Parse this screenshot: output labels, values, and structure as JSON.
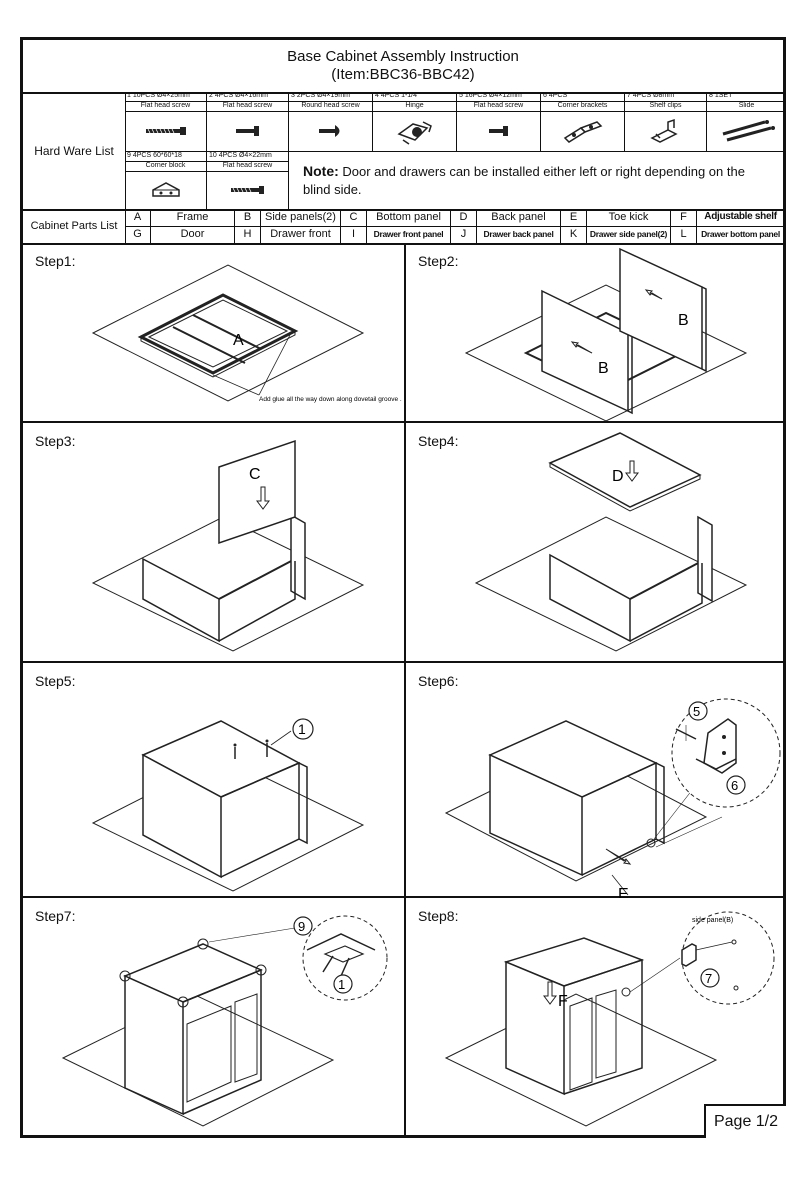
{
  "title": {
    "line1": "Base Cabinet Assembly Instruction",
    "line2": "(Item:BBC36-BBC42)"
  },
  "hardware": {
    "label": "Hard Ware List",
    "items": [
      {
        "head": "1 10PCS  Ø4×25mm",
        "name": "Flat head screw",
        "icon": "long-screw-icon"
      },
      {
        "head": "2  4PCS   Ø4×16mm",
        "name": "Flat head screw",
        "icon": "short-screw-icon"
      },
      {
        "head": "3  2PCS   Ø4×19mm",
        "name": "Round head screw",
        "icon": "round-screw-icon"
      },
      {
        "head": "4  4PCS    1-1/4\"",
        "name": "Hinge",
        "icon": "hinge-icon"
      },
      {
        "head": "5 16PCS  Ø4×12mm",
        "name": "Flat head screw",
        "icon": "small-screw-icon"
      },
      {
        "head": "6  4PCS",
        "name": "Corner brackets",
        "icon": "corner-bracket-icon"
      },
      {
        "head": "7  4PCS     Ø8mm",
        "name": "Shelf clips",
        "icon": "shelf-clip-icon"
      },
      {
        "head": "8  1SET",
        "name": "Slide",
        "icon": "slide-icon"
      },
      {
        "head": "9  4PCS   60*60*18",
        "name": "Corner block",
        "icon": "corner-block-icon"
      },
      {
        "head": "10 4PCS  Ø4×22mm",
        "name": "Flat head screw",
        "icon": "medium-screw-icon"
      }
    ]
  },
  "note": {
    "bold": "Note:",
    "text": " Door and drawers can be installed either left or right depending on the blind side."
  },
  "parts": {
    "label": "Cabinet Parts List",
    "row1": [
      {
        "letter": "A",
        "name": "Frame"
      },
      {
        "letter": "B",
        "name": "Side panels(2)"
      },
      {
        "letter": "C",
        "name": "Bottom panel"
      },
      {
        "letter": "D",
        "name": "Back panel"
      },
      {
        "letter": "E",
        "name": "Toe kick"
      },
      {
        "letter": "F",
        "name": "Adjustable shelf"
      }
    ],
    "row2": [
      {
        "letter": "G",
        "name": "Door"
      },
      {
        "letter": "H",
        "name": "Drawer front"
      },
      {
        "letter": "I",
        "name": "Drawer front panel"
      },
      {
        "letter": "J",
        "name": "Drawer back panel"
      },
      {
        "letter": "K",
        "name": "Drawer side panel(2)"
      },
      {
        "letter": "L",
        "name": "Drawer bottom panel"
      }
    ]
  },
  "steps": [
    {
      "label": "Step1:",
      "callouts": [
        "A"
      ],
      "caption": "Add glue all the way down along dovetail groove ."
    },
    {
      "label": "Step2:",
      "callouts": [
        "B",
        "B"
      ]
    },
    {
      "label": "Step3:",
      "callouts": [
        "C"
      ]
    },
    {
      "label": "Step4:",
      "callouts": [
        "D"
      ]
    },
    {
      "label": "Step5:",
      "callouts": [
        "1"
      ]
    },
    {
      "label": "Step6:",
      "callouts": [
        "5",
        "6",
        "E"
      ]
    },
    {
      "label": "Step7:",
      "callouts": [
        "9",
        "1"
      ]
    },
    {
      "label": "Step8:",
      "callouts": [
        "F",
        "7"
      ],
      "caption": "side panel(B)"
    }
  ],
  "page": "Page 1/2"
}
